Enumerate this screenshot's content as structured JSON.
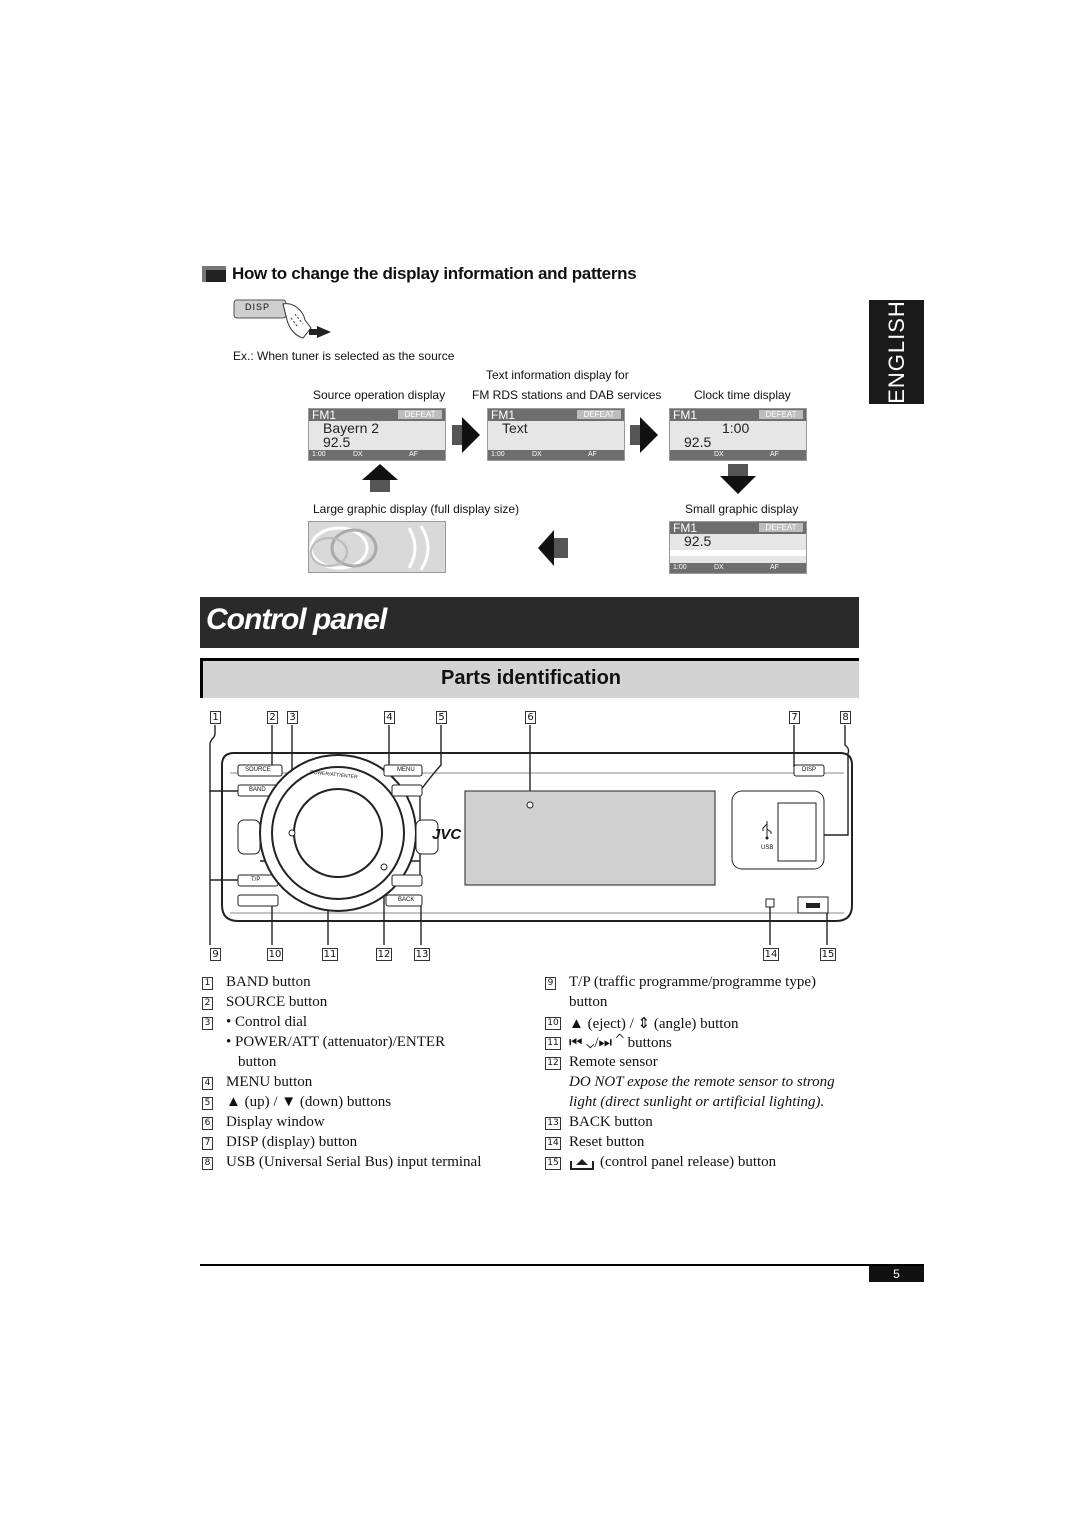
{
  "section_heading": "How to change the display information and patterns",
  "disp_button_label": "DISP",
  "example_note": "Ex.: When tuner is selected as the source",
  "english_tab": "ENGLISH",
  "displays": {
    "source_operation": {
      "caption": "Source operation display",
      "band": "FM1",
      "defeat": "DEFEAT",
      "line1": "Bayern 2",
      "line2": "92.5",
      "clock": "1:00",
      "dx": "DX",
      "af": "AF"
    },
    "text_info": {
      "caption_line1": "Text information display for",
      "caption_line2": "FM RDS stations and DAB services",
      "band": "FM1",
      "defeat": "DEFEAT",
      "line1": "Text",
      "clock": "1:00",
      "dx": "DX",
      "af": "AF"
    },
    "clock_time": {
      "caption": "Clock time display",
      "band": "FM1",
      "defeat": "DEFEAT",
      "time": "1:00",
      "line2": "92.5",
      "dx": "DX",
      "af": "AF"
    },
    "large_graphic": {
      "caption": "Large graphic display (full display size)"
    },
    "small_graphic": {
      "caption": "Small graphic display",
      "band": "FM1",
      "defeat": "DEFEAT",
      "line2": "92.5",
      "clock": "1:00",
      "dx": "DX",
      "af": "AF"
    }
  },
  "control_panel_title": "Control panel",
  "parts_identification_title": "Parts identification",
  "panel_labels": {
    "source": "SOURCE",
    "band": "BAND",
    "menu": "MENU",
    "disp": "DISP",
    "tp": "T/P",
    "back": "BACK",
    "usb": "USB",
    "brand": "JVC",
    "ring": "POWER/ATT/ENTER"
  },
  "callout_numbers_top": [
    "1",
    "2",
    "3",
    "4",
    "5",
    "6",
    "7",
    "8"
  ],
  "callout_numbers_bottom": [
    "9",
    "10",
    "11",
    "12",
    "13",
    "14",
    "15"
  ],
  "legend_left": [
    {
      "num": "1",
      "text": "BAND button"
    },
    {
      "num": "2",
      "text": "SOURCE button"
    },
    {
      "num": "3",
      "text": "•  Control dial"
    },
    {
      "num": "",
      "text": "•  POWER/ATT (attenuator)/ENTER"
    },
    {
      "num": "",
      "text": "button"
    },
    {
      "num": "4",
      "text": "MENU button"
    },
    {
      "num": "5",
      "text": "▲ (up) / ▼ (down) buttons"
    },
    {
      "num": "6",
      "text": "Display window"
    },
    {
      "num": "7",
      "text": "DISP (display) button"
    },
    {
      "num": "8",
      "text": "USB (Universal Serial Bus) input terminal"
    }
  ],
  "legend_right": [
    {
      "num": "9",
      "text": "T/P (traffic programme/programme type)"
    },
    {
      "num": "",
      "text": "button"
    },
    {
      "num": "10",
      "text": "▲ (eject) / ⇕ (angle) button"
    },
    {
      "num": "11",
      "text": "⏮ ⌄/⏭ ⌃ buttons"
    },
    {
      "num": "12",
      "text": "Remote sensor"
    },
    {
      "num": "",
      "text": "DO NOT expose the remote sensor to strong"
    },
    {
      "num": "",
      "text": "light (direct sunlight or artificial lighting)."
    },
    {
      "num": "13",
      "text": "BACK button"
    },
    {
      "num": "14",
      "text": "Reset button"
    },
    {
      "num": "15",
      "text": "(control panel release) button"
    }
  ],
  "page_number": "5"
}
